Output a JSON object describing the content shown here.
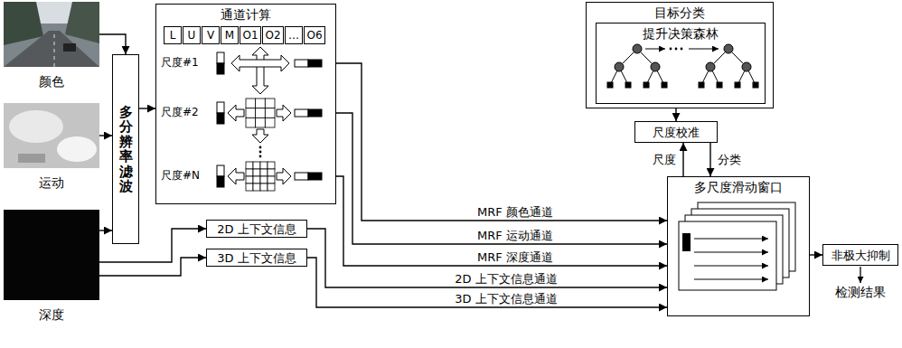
{
  "diagram": {
    "nodes": [
      {
        "text": [
          "颜色"
        ]
      },
      {
        "text": [
          "运动"
        ]
      },
      {
        "text": [
          "深度"
        ]
      },
      {
        "text": [
          "多分辨率滤波"
        ]
      },
      {
        "text": [
          "通道计算"
        ]
      },
      {
        "text": [
          "L"
        ],
        "in": 4
      },
      {
        "text": [
          "U"
        ],
        "in": 4
      },
      {
        "text": [
          "V"
        ],
        "in": 4
      },
      {
        "text": [
          "M"
        ],
        "in": 4
      },
      {
        "text": [
          "O1"
        ],
        "in": 4
      },
      {
        "text": [
          "O2"
        ],
        "in": 4
      },
      {
        "text": [
          "…"
        ],
        "in": 4
      },
      {
        "text": [
          "O6"
        ],
        "in": 4
      },
      {
        "text": [
          "2D 上下文信息"
        ]
      },
      {
        "text": [
          "3D 上下文信息"
        ]
      },
      {
        "text": [
          "目标分类"
        ]
      },
      {
        "text": [
          "提升决策森林"
        ],
        "in": 15
      },
      {
        "text": [
          "尺度校准"
        ]
      },
      {
        "text": [
          "多尺度滑动窗口"
        ]
      },
      {
        "text": [
          "非极大抑制"
        ]
      }
    ],
    "edges": [
      {
        "from": 0,
        "to": 3,
        "arrow": "to"
      },
      {
        "from": 1,
        "to": 3,
        "arrow": "to"
      },
      {
        "from": 2,
        "to": 3,
        "arrow": "to"
      },
      {
        "from": 3,
        "to": 4,
        "arrow": "to"
      },
      {
        "from": 2,
        "to": 13,
        "arrow": "to"
      },
      {
        "from": 2,
        "to": 14,
        "arrow": "to"
      },
      {
        "from": 4,
        "to": 18,
        "label": "MRF 颜色通道",
        "arrow": "to"
      },
      {
        "from": 4,
        "to": 18,
        "label": "MRF 运动通道",
        "arrow": "to"
      },
      {
        "from": 4,
        "to": 18,
        "label": "MRF 深度通道",
        "arrow": "to"
      },
      {
        "from": 13,
        "to": 18,
        "label": "2D 上下文信息通道",
        "arrow": "to"
      },
      {
        "from": 14,
        "to": 18,
        "label": "3D 上下文信息通道",
        "arrow": "to"
      },
      {
        "from": 15,
        "to": 17,
        "arrow": "to"
      },
      {
        "from": 18,
        "to": 17,
        "label": "尺度",
        "arrow": "to"
      },
      {
        "from": 17,
        "to": 18,
        "label": "分类",
        "arrow": "to"
      },
      {
        "from": 18,
        "to": 19,
        "arrow": "to"
      }
    ],
    "labels": [
      "尺度#1",
      "尺度#2",
      "尺度#N",
      "检测结果"
    ]
  }
}
